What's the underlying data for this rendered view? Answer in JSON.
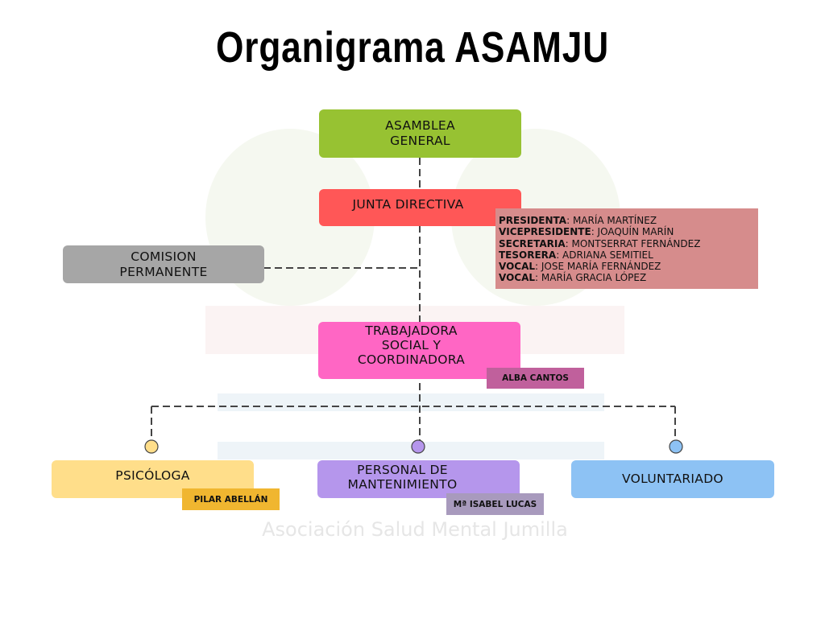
{
  "title": "Organigrama ASAMJU",
  "watermark": {
    "logo": "asamju",
    "subtitle": "Asociación Salud Mental Jumilla"
  },
  "nodes": {
    "asamblea": {
      "line1": "ASAMBLEA",
      "line2": "GENERAL",
      "color": "#97c232"
    },
    "junta": {
      "label": "JUNTA DIRECTIVA",
      "color": "#ff5757"
    },
    "comision": {
      "line1": "COMISION",
      "line2": "PERMANENTE",
      "color": "#a6a6a6"
    },
    "trabajadora": {
      "line1": "TRABAJADORA",
      "line2": "SOCIAL Y",
      "line3": "COORDINADORA",
      "color": "#ff66c4",
      "person": "ALBA CANTOS"
    },
    "psicologa": {
      "label": "PSICÓLOGA",
      "color": "#ffde8a",
      "person": "PILAR ABELLÁN"
    },
    "mantenimiento": {
      "line1": "PERSONAL DE",
      "line2": "MANTENIMIENTO",
      "color": "#b596ec",
      "person": "Mª ISABEL LUCAS"
    },
    "voluntariado": {
      "label": "VOLUNTARIADO",
      "color": "#8dc2f4"
    }
  },
  "junta_members": [
    {
      "role": "PRESIDENTA",
      "name": ": MARÍA MARTÍNEZ"
    },
    {
      "role": "VICEPRESIDENTE",
      "name": ": JOAQUÍN MARÍN"
    },
    {
      "role": "SECRETARIA",
      "name": ": MONTSERRAT FERNÁNDEZ"
    },
    {
      "role": "TESORERA",
      "name": ": ADRIANA SEMITIEL"
    },
    {
      "role": "VOCAL",
      "name": ": JOSE MARÍA FERNÁNDEZ"
    },
    {
      "role": "VOCAL",
      "name": ": MARÍA GRACIA LÓPEZ"
    }
  ]
}
